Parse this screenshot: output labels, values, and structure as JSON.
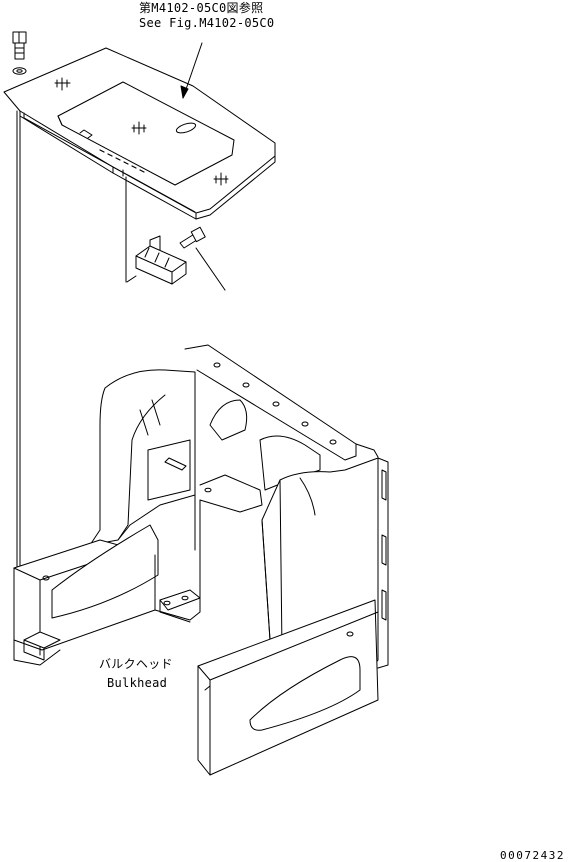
{
  "reference_note": {
    "japanese": "第M4102-05C0図参照",
    "english": "See Fig.M4102-05C0"
  },
  "bulkhead_label": {
    "japanese": "バルクヘッド",
    "english": "Bulkhead"
  },
  "drawing_number": "00072432",
  "colors": {
    "line": "#000000",
    "background": "#ffffff"
  }
}
